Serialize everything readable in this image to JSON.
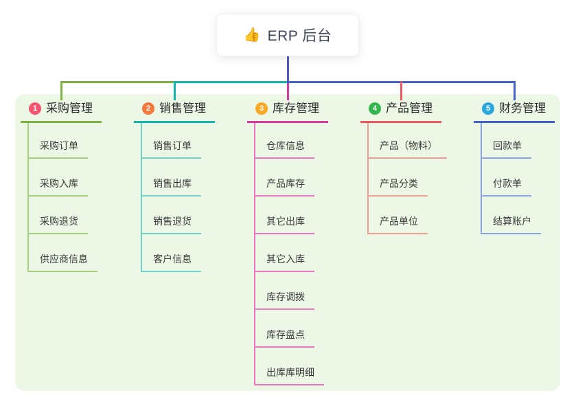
{
  "root": {
    "icon": "👍",
    "icon_name": "thumbs-up-icon",
    "label": "ERP 后台",
    "connector_color": "#5059c8"
  },
  "panel": {
    "background": "#ecf7e6"
  },
  "branches": [
    {
      "number": "1",
      "label": "采购管理",
      "badge_color": "#f4546e",
      "line_color": "#7db343",
      "child_line_color": "#a6ce7c",
      "children": [
        "采购订单",
        "采购入库",
        "采购退货",
        "供应商信息"
      ]
    },
    {
      "number": "2",
      "label": "销售管理",
      "badge_color": "#f4793b",
      "line_color": "#16b5ac",
      "child_line_color": "#72d1c9",
      "children": [
        "销售订单",
        "销售出库",
        "销售退货",
        "客户信息"
      ]
    },
    {
      "number": "3",
      "label": "库存管理",
      "badge_color": "#f9a825",
      "line_color": "#d8389f",
      "child_line_color": "#ee76c0",
      "children": [
        "仓库信息",
        "产品库存",
        "其它出库",
        "其它入库",
        "库存调拨",
        "库存盘点",
        "出库库明细"
      ]
    },
    {
      "number": "4",
      "label": "产品管理",
      "badge_color": "#33b64d",
      "line_color": "#f2565e",
      "child_line_color": "#f79b97",
      "children": [
        "产品（物料）",
        "产品分类",
        "产品单位"
      ]
    },
    {
      "number": "5",
      "label": "财务管理",
      "badge_color": "#2aa7df",
      "line_color": "#4161cf",
      "child_line_color": "#8aa4e3",
      "children": [
        "回款单",
        "付款单",
        "结算账户"
      ]
    }
  ]
}
